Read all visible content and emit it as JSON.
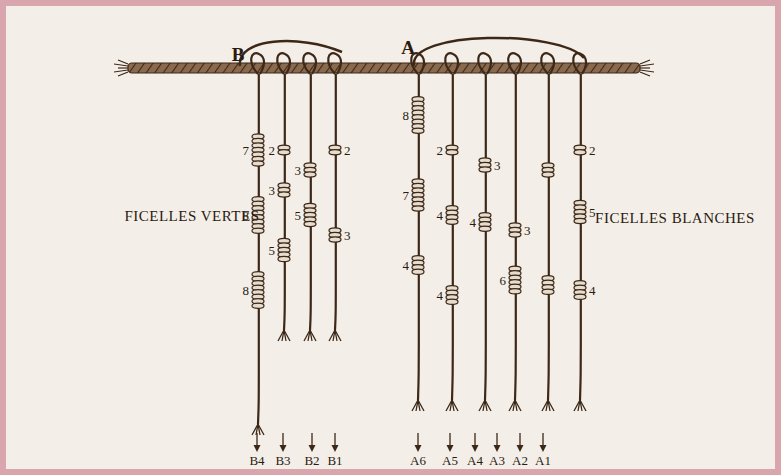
{
  "diagram": {
    "labels": [
      "B",
      "A",
      "FICELLES VERTES",
      "FICELLES BLANCHES",
      "7",
      "8",
      "8",
      "2",
      "3",
      "5",
      "3",
      "5",
      "2",
      "3",
      "8",
      "7",
      "4",
      "2",
      "4",
      "4",
      "3",
      "4",
      "3",
      "6",
      "2",
      "5",
      "4",
      "B4",
      "B3",
      "B2",
      "B1",
      "A6",
      "A5",
      "A4",
      "A3",
      "A2",
      "A1"
    ]
  }
}
